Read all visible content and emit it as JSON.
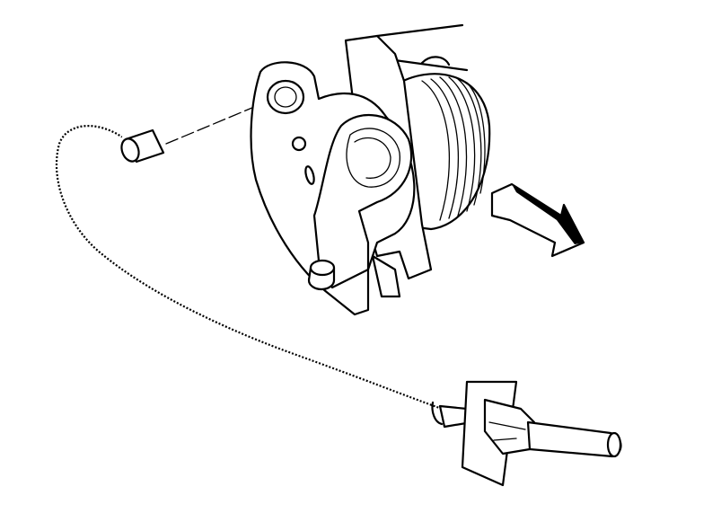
{
  "diagram": {
    "components": [
      "cable",
      "cable-end-cap",
      "bracket-assembly",
      "spring-coil",
      "direction-arrow",
      "cable-connector"
    ],
    "colors": {
      "line": "#000000",
      "background": "#ffffff"
    }
  }
}
